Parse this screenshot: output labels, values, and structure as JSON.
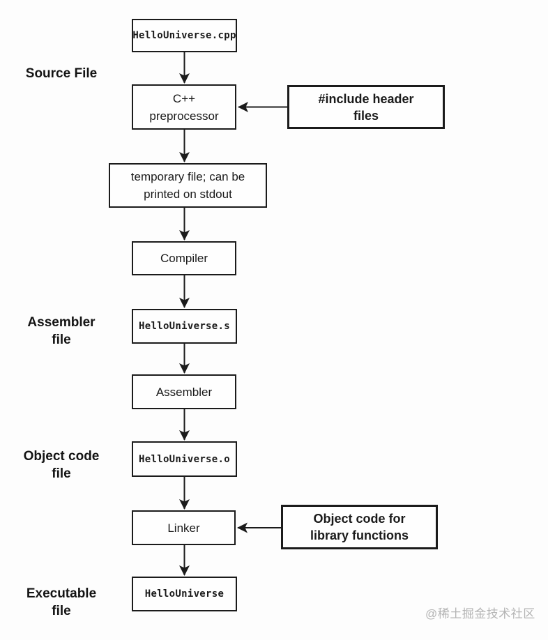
{
  "diagram": {
    "nodes": {
      "source_file": "HelloUniverse.cpp",
      "preprocessor": "C++\npreprocessor",
      "temp_file": "temporary file; can be\nprinted on stdout",
      "compiler": "Compiler",
      "assembler_file": "HelloUniverse.s",
      "assembler": "Assembler",
      "object_file": "HelloUniverse.o",
      "linker": "Linker",
      "executable": "HelloUniverse"
    },
    "notes": {
      "include_headers": "#include header\nfiles",
      "library_objects": "Object code for\nlibrary functions"
    },
    "side_labels": {
      "source": "Source File",
      "assembler": "Assembler\nfile",
      "object": "Object code\nfile",
      "executable": "Executable\nfile"
    },
    "watermark": "@稀土掘金技术社区",
    "colors": {
      "line": "#1b1b1b",
      "box_border": "#1b1b1b",
      "watermark": "#b4b4b4",
      "background": "#fdfdfd"
    }
  }
}
